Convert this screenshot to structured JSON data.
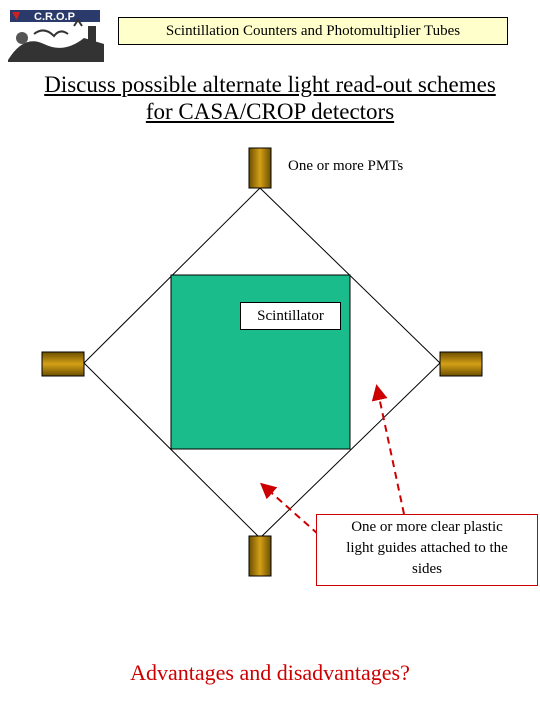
{
  "header": {
    "logo_text": "C.R.O.P",
    "title": "Scintillation Counters and Photomultiplier Tubes"
  },
  "title": {
    "line1": "Discuss possible alternate light read-out schemes",
    "line2": "for CASA/CROP detectors"
  },
  "diagram": {
    "pmt_label": "One or more PMTs",
    "scintillator_label": "Scintillator",
    "light_guide_label": [
      "One or more clear plastic",
      "light guides attached to the",
      "sides"
    ],
    "scintillator_color": "#1abc8c",
    "pmt_color": "#b8860b",
    "arrow_color": "#cc0000"
  },
  "footer": {
    "question": "Advantages and disadvantages?"
  },
  "colors": {
    "header_bg": "#ffffcc",
    "accent_red": "#cc0000"
  }
}
